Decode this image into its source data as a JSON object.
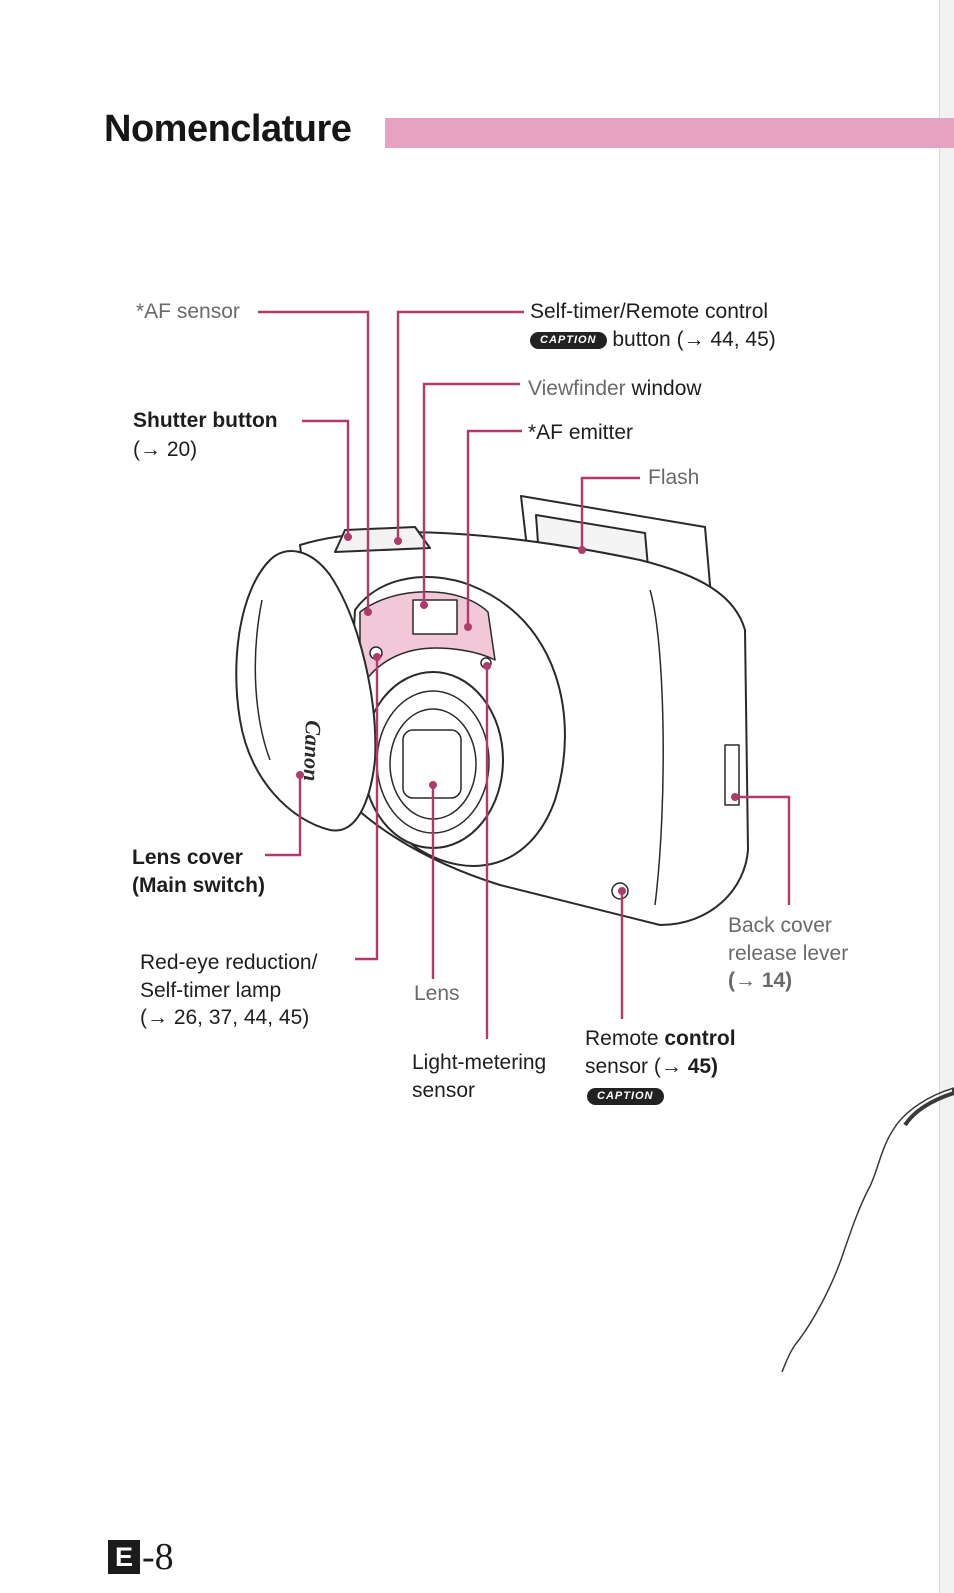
{
  "heading": {
    "title": "Nomenclature"
  },
  "labels": {
    "af_sensor": "*AF sensor",
    "self_timer_line1": "Self-timer/Remote control",
    "self_timer_badge": "CAPTION",
    "self_timer_line2": "button (→ 44, 45)",
    "viewfinder_a": "Viewfinder",
    "viewfinder_b": "window",
    "af_emitter": "*AF emitter",
    "flash": "Flash",
    "shutter_title": "Shutter button",
    "shutter_ref": "(→ 20)",
    "lens_cover_line1": "Lens cover",
    "lens_cover_line2": "(Main switch)",
    "red_eye_line1": "Red-eye reduction/",
    "red_eye_line2": "Self-timer lamp",
    "red_eye_line3": "(→ 26, 37, 44, 45)",
    "lens": "Lens",
    "light_metering_line1": "Light-metering",
    "light_metering_line2": "sensor",
    "remote_line1_a": "Remote",
    "remote_line1_b": "control",
    "remote_line2_a": "sensor (→",
    "remote_line2_b": "45)",
    "remote_badge": "CAPTION",
    "back_cover_line1": "Back cover",
    "back_cover_line2": "release lever",
    "back_cover_line3": "(→ 14)"
  },
  "camera": {
    "brand": "Canon"
  },
  "footer": {
    "section_letter": "E",
    "page_suffix": "-8"
  },
  "colors": {
    "accent": "#e6a3bf",
    "leader": "#b03a6a",
    "ink": "#1e1e1e"
  }
}
